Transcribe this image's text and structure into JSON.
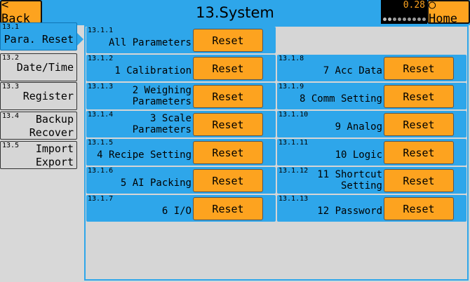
{
  "header": {
    "back_label": "< Back",
    "title": "13.System",
    "home_label": "○ Home",
    "indicator_value": "0.28"
  },
  "sidebar": {
    "items": [
      {
        "num": "13.1",
        "label": "Para. Reset",
        "active": true
      },
      {
        "num": "13.2",
        "label": "Date/Time"
      },
      {
        "num": "13.3",
        "label": "Register"
      },
      {
        "num": "13.4",
        "label": "Backup\nRecover"
      },
      {
        "num": "13.5",
        "label": "Import\nExport"
      }
    ]
  },
  "reset_button_label": "Reset",
  "tiles": [
    {
      "num": "13.1.1",
      "label": "All Parameters"
    },
    {
      "num": "13.1.2",
      "label": "1 Calibration"
    },
    {
      "num": "13.1.3",
      "label": "2 Weighing\nParameters"
    },
    {
      "num": "13.1.4",
      "label": "3 Scale\nParameters"
    },
    {
      "num": "13.1.5",
      "label": "4 Recipe Setting"
    },
    {
      "num": "13.1.6",
      "label": "5 AI Packing"
    },
    {
      "num": "13.1.7",
      "label": "6 I/O"
    },
    {
      "num": "13.1.8",
      "label": "7 Acc Data"
    },
    {
      "num": "13.1.9",
      "label": "8 Comm Setting"
    },
    {
      "num": "13.1.10",
      "label": "9 Analog"
    },
    {
      "num": "13.1.11",
      "label": "10 Logic"
    },
    {
      "num": "13.1.12",
      "label": "11 Shortcut\nSetting"
    },
    {
      "num": "13.1.13",
      "label": "12 Password"
    }
  ],
  "colors": {
    "accent_blue": "#2ea6ea",
    "button_orange": "#fda31f",
    "panel_gray": "#d6d6d6"
  }
}
